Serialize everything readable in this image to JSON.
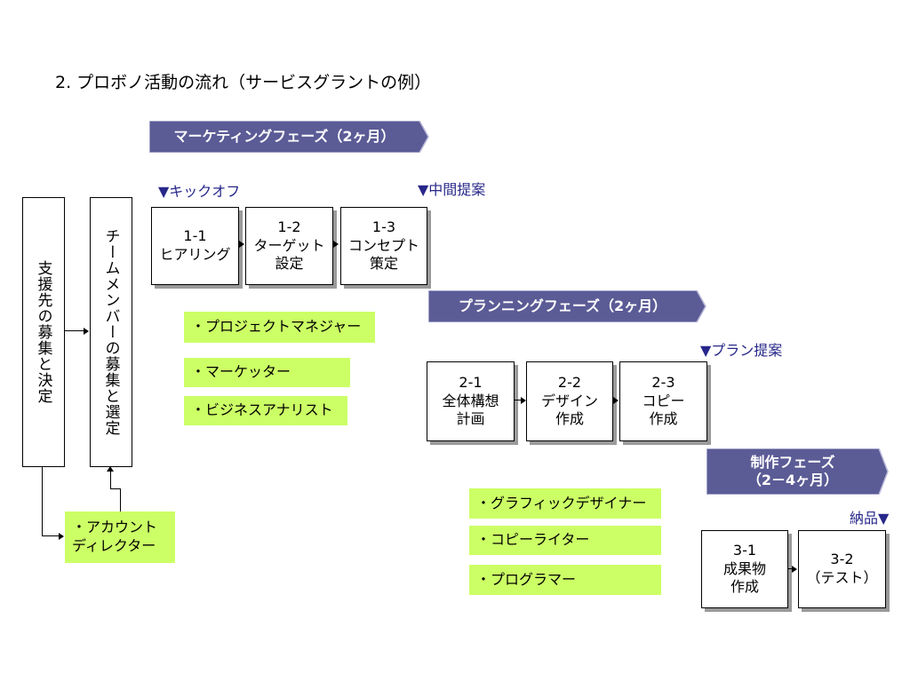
{
  "title": "2. プロボノ活動の流れ（サービスグラントの例）",
  "phases": {
    "marketing": "マーケティングフェーズ（2ヶ月）",
    "planning": "プランニングフェーズ（2ヶ月）",
    "production_line1": "制作フェーズ",
    "production_line2": "（2－4ヶ月）"
  },
  "markers": {
    "kickoff": "▼キックオフ",
    "interim": "▼中間提案",
    "plan_proposal": "▼プラン提案",
    "delivery": "納品▼"
  },
  "side": {
    "support_selection": "支援先の募集と決定",
    "team_selection": "チームメンバーの募集と選定",
    "account_director": "・アカウント\nディレクター"
  },
  "steps": {
    "s1_1": "1-1\nヒアリング",
    "s1_2": "1-2\nターゲット\n設定",
    "s1_3": "1-3\nコンセプト\n策定",
    "s2_1": "2-1\n全体構想\n計画",
    "s2_2": "2-2\nデザイン\n作成",
    "s2_3": "2-3\nコピー\n作成",
    "s3_1": "3-1\n成果物\n作成",
    "s3_2": "3-2\n（テスト）"
  },
  "roles": {
    "project_manager": "・プロジェクトマネジャー",
    "marketer": "・マーケッター",
    "business_analyst": "・ビジネスアナリスト",
    "graphic_designer": "・グラフィックデザイナー",
    "copywriter": "・コピーライター",
    "programmer": "・プログラマー"
  },
  "colors": {
    "phase_fill": "#5b5b96",
    "role_fill": "#ccff66",
    "marker_text": "#27278a"
  }
}
